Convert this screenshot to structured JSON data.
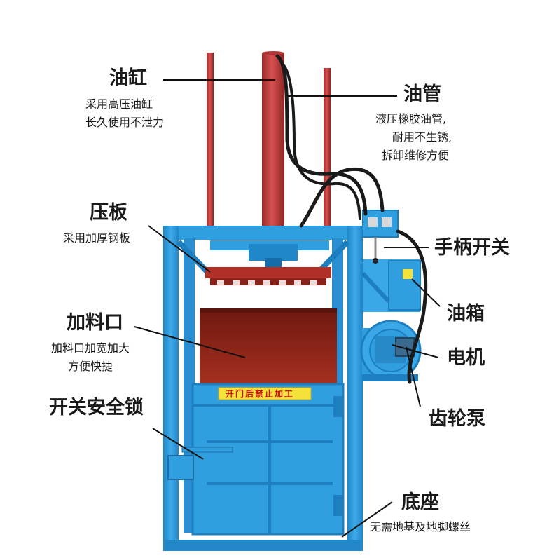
{
  "labels": {
    "cylinder": {
      "title": "油缸",
      "desc": [
        "采用高压油缸",
        "长久使用不泄力"
      ]
    },
    "oil_pipe": {
      "title": "油管",
      "desc": [
        "液压橡胶油管,",
        "耐用不生锈,",
        "拆卸维修方便"
      ]
    },
    "press_plate": {
      "title": "压板",
      "desc": [
        "采用加厚钢板"
      ]
    },
    "handle_switch": {
      "title": "手柄开关"
    },
    "oil_tank": {
      "title": "油箱"
    },
    "feed_opening": {
      "title": "加料口",
      "desc": [
        "加料口加宽加大",
        "方便快捷"
      ]
    },
    "motor": {
      "title": "电机"
    },
    "safety_lock": {
      "title": "开关安全锁"
    },
    "gear_pump": {
      "title": "齿轮泵"
    },
    "base": {
      "title": "底座",
      "desc": [
        "无需地基及地脚螺丝"
      ]
    }
  },
  "warning_sign": "开门后禁止加工",
  "colors": {
    "frame_blue": "#2f9fe0",
    "frame_dark": "#1d7fc0",
    "cylinder_red": "#c03a3a",
    "chamber_red": "#8a2018",
    "sign_yellow": "#f4e23a",
    "hose_black": "#1a1a1a"
  }
}
